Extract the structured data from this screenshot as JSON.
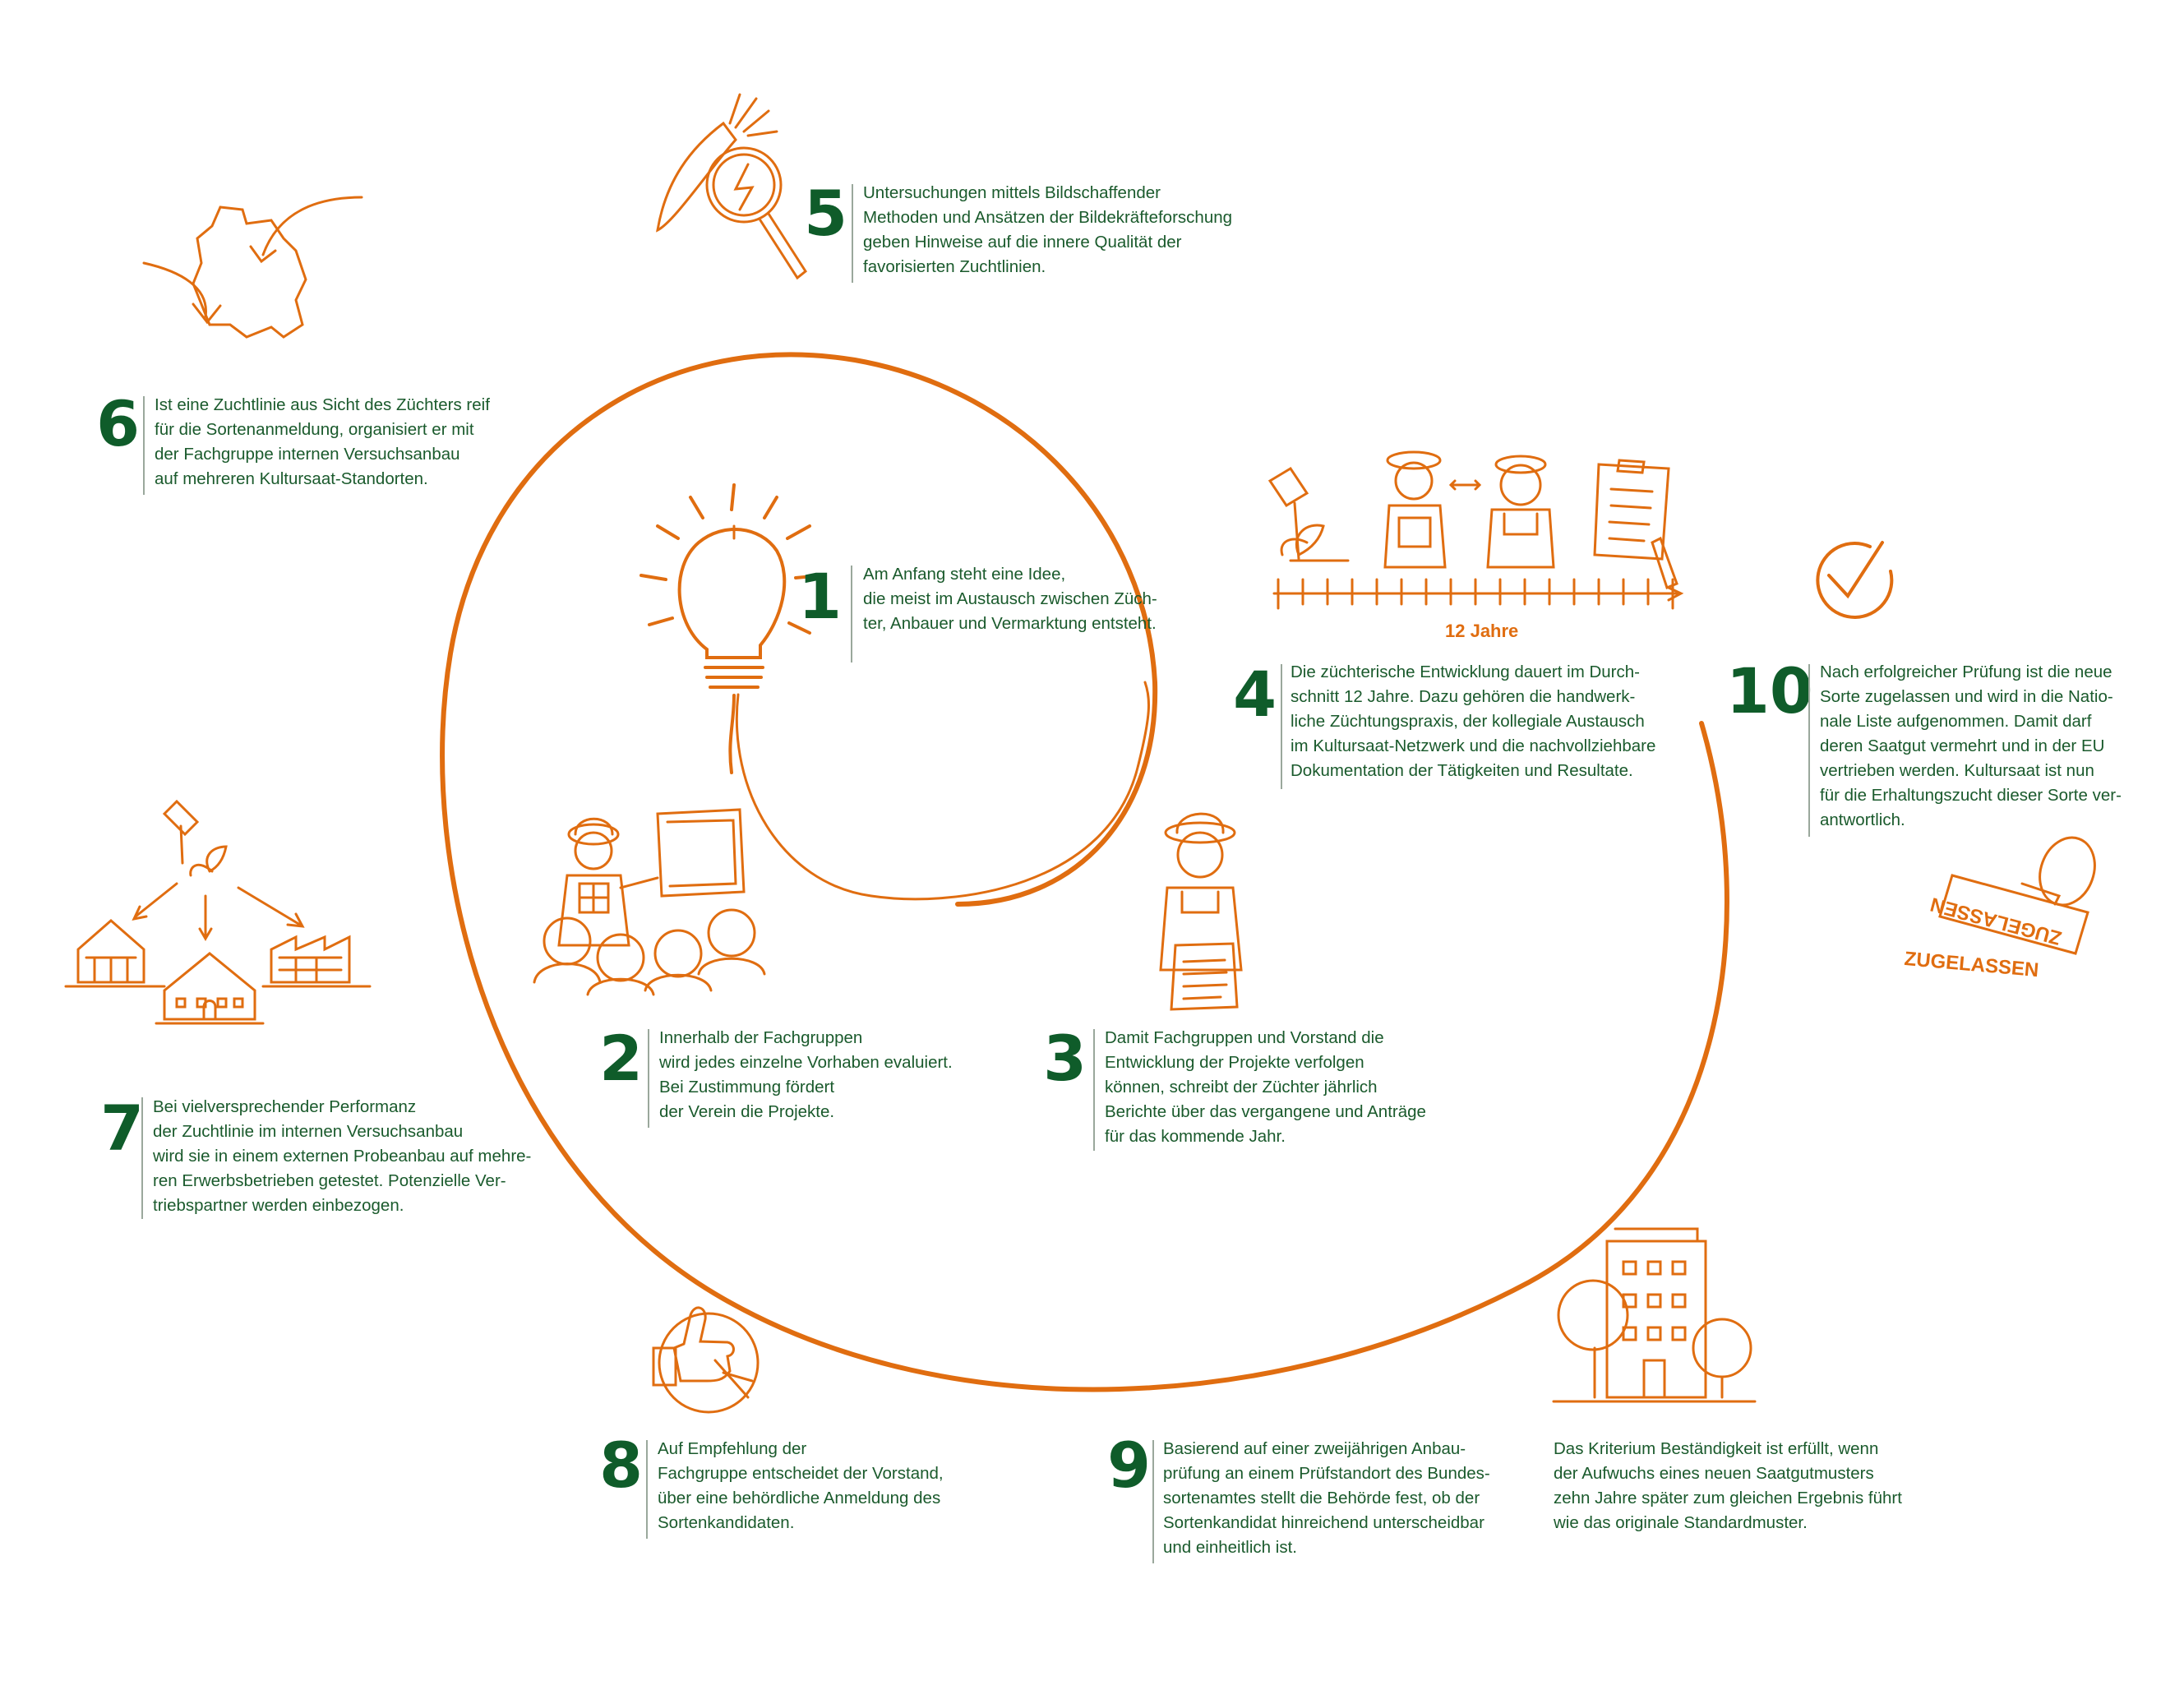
{
  "steps": [
    {
      "number": "1",
      "lines": [
        "Am Anfang steht eine Idee,",
        "die meist im Austausch zwischen Züch-",
        "ter, Anbauer und Vermarktung entsteht."
      ]
    },
    {
      "number": "2",
      "lines": [
        "Innerhalb der Fachgruppen",
        "wird jedes einzelne Vorhaben evaluiert.",
        "Bei Zustimmung fördert",
        "der Verein die Projekte."
      ]
    },
    {
      "number": "3",
      "lines": [
        "Damit Fachgruppen und Vorstand die",
        "Entwicklung der Projekte verfolgen",
        "können, schreibt der Züchter jährlich",
        "Berichte über das vergangene und Anträge",
        "für das kommende Jahr."
      ]
    },
    {
      "number": "4",
      "lines": [
        "Die züchterische Entwicklung dauert im Durch-",
        "schnitt 12 Jahre. Dazu gehören die handwerk-",
        "liche Züchtungspraxis, der kollegiale Austausch",
        "im Kultursaat-Netzwerk und die nachvollziehbare",
        "Dokumentation der Tätigkeiten und Resultate."
      ]
    },
    {
      "number": "5",
      "lines": [
        "Untersuchungen mittels Bildschaffender",
        "Methoden und Ansätzen der Bildekräfteforschung",
        "geben Hinweise auf die innere Qualität der",
        "favorisierten Zuchtlinien."
      ]
    },
    {
      "number": "6",
      "lines": [
        "Ist eine Zuchtlinie aus Sicht des Züchters reif",
        "für die Sortenanmeldung, organisiert er mit",
        "der Fachgruppe internen Versuchsanbau",
        "auf mehreren Kultursaat-Standorten."
      ]
    },
    {
      "number": "7",
      "lines": [
        "Bei vielversprechender Performanz",
        "der Zuchtlinie im internen Versuchsanbau",
        "wird sie in einem externen Probeanbau auf mehre-",
        "ren Erwerbsbetrieben getestet. Potenzielle Ver-",
        "triebspartner werden einbezogen."
      ]
    },
    {
      "number": "8",
      "lines": [
        "Auf Empfehlung der",
        "Fachgruppe entscheidet der Vorstand,",
        "über eine behördliche Anmeldung des",
        "Sortenkandidaten."
      ]
    },
    {
      "number": "9",
      "lines": [
        "Basierend auf einer zweijährigen Anbau-",
        "prüfung an einem Prüfstandort des Bundes-",
        "sortenamtes stellt die Behörde fest, ob der",
        "Sortenkandidat hinreichend unterscheidbar",
        "und einheitlich ist."
      ]
    },
    {
      "number": "",
      "lines": [
        "Das Kriterium Beständigkeit ist erfüllt, wenn",
        "der Aufwuchs eines neuen Saatgutmusters",
        "zehn Jahre später zum gleichen Ergebnis führt",
        "wie das originale Standardmuster."
      ]
    },
    {
      "number": "10",
      "lines": [
        "Nach erfolgreicher Prüfung ist die neue",
        "Sorte zugelassen und wird in die Natio-",
        "nale Liste aufgenommen. Damit darf",
        "deren Saatgut vermehrt und in der EU",
        "vertrieben werden. Kultursaat ist nun",
        "für die Erhaltungszucht dieser Sorte ver-",
        "antwortlich."
      ]
    }
  ],
  "timeline": {
    "label": "12 Jahre"
  },
  "stamp": {
    "label": "ZUGELASSEN",
    "face_text": "ZUGELASSEN"
  },
  "colors": {
    "orange": "#e06d10",
    "green": "#0f5c2a",
    "text": "#1a5a2c"
  },
  "icons": [
    "lightbulb-icon",
    "presenter-icon",
    "farmer-report-icon",
    "timeline-icon",
    "magnifier-carrot-icon",
    "germany-map-icon",
    "farm-network-icon",
    "thumbs-up-icon",
    "office-building-icon",
    "checkmark-icon",
    "stamp-icon"
  ]
}
